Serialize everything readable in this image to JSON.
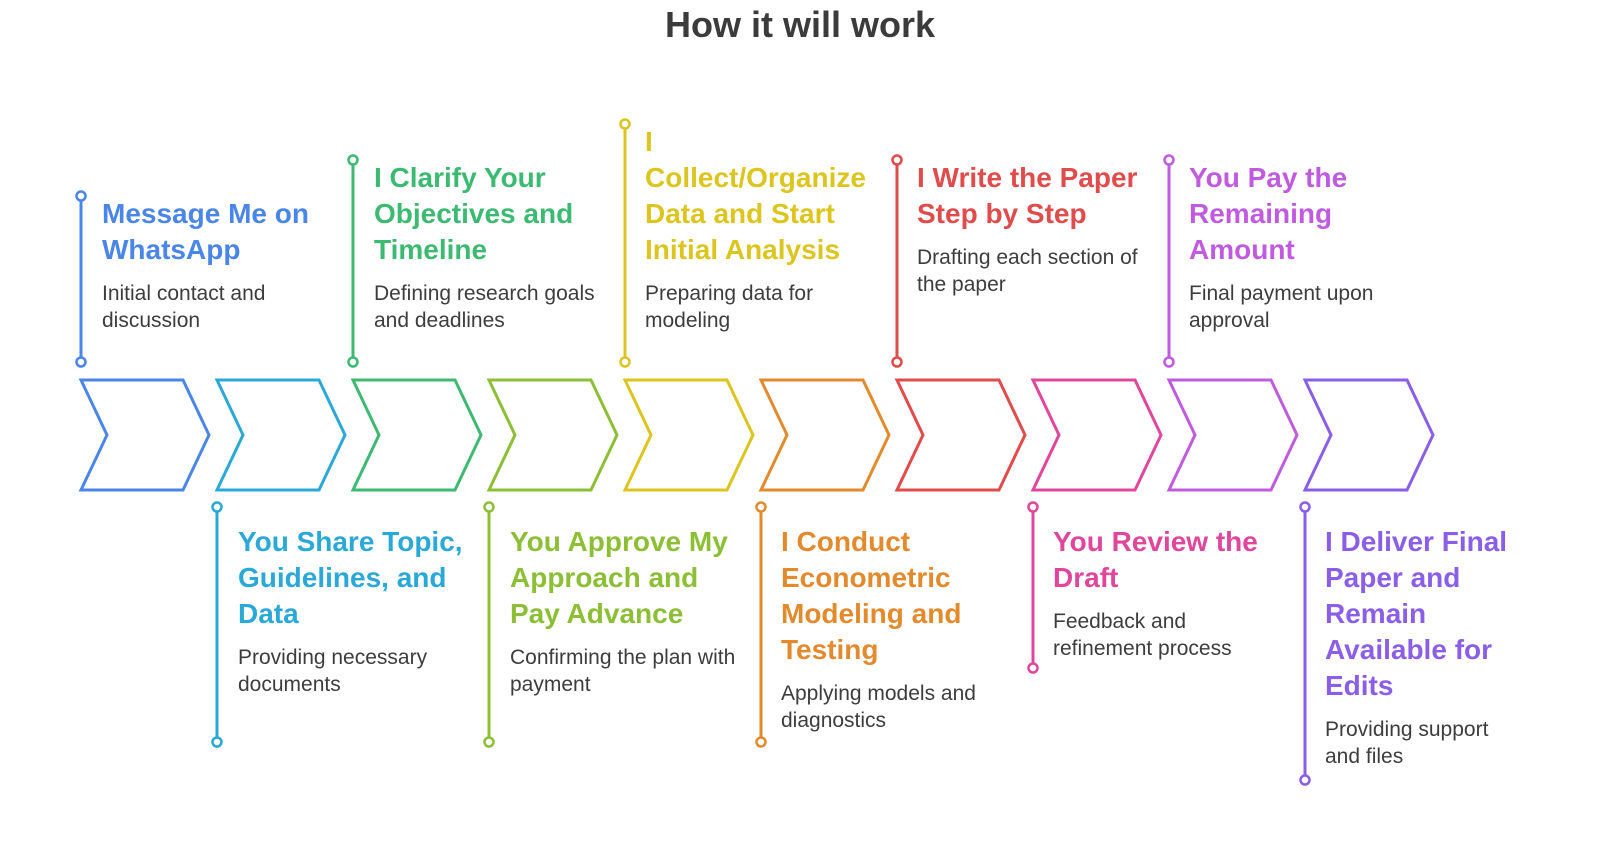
{
  "title": "How it will work",
  "steps": [
    {
      "title": "Message Me on WhatsApp",
      "description": "Initial contact and discussion",
      "color": "#4a86e8"
    },
    {
      "title": "You Share Topic, Guidelines, and Data",
      "description": "Providing necessary documents",
      "color": "#2aa8d8"
    },
    {
      "title": "I Clarify Your Objectives and Timeline",
      "description": "Defining research goals and deadlines",
      "color": "#3cba72"
    },
    {
      "title": "You Approve My Approach and Pay Advance",
      "description": "Confirming the plan with payment",
      "color": "#8cbf36"
    },
    {
      "title": "I Collect/Organize Data and Start Initial Analysis",
      "description": "Preparing data for modeling",
      "color": "#dcc51e"
    },
    {
      "title": "I Conduct Econometric Modeling and Testing",
      "description": "Applying models and diagnostics",
      "color": "#e38a2c"
    },
    {
      "title": "I Write the Paper Step by Step",
      "description": "Drafting each section of the paper",
      "color": "#e04b4b"
    },
    {
      "title": "You Review the Draft",
      "description": "Feedback and refinement process",
      "color": "#e0479c"
    },
    {
      "title": "You Pay the Remaining Amount",
      "description": "Final payment upon approval",
      "color": "#c05be0"
    },
    {
      "title": "I Deliver Final Paper and Remain Available for Edits",
      "description": "Providing support and files",
      "color": "#8a5ee6"
    }
  ]
}
